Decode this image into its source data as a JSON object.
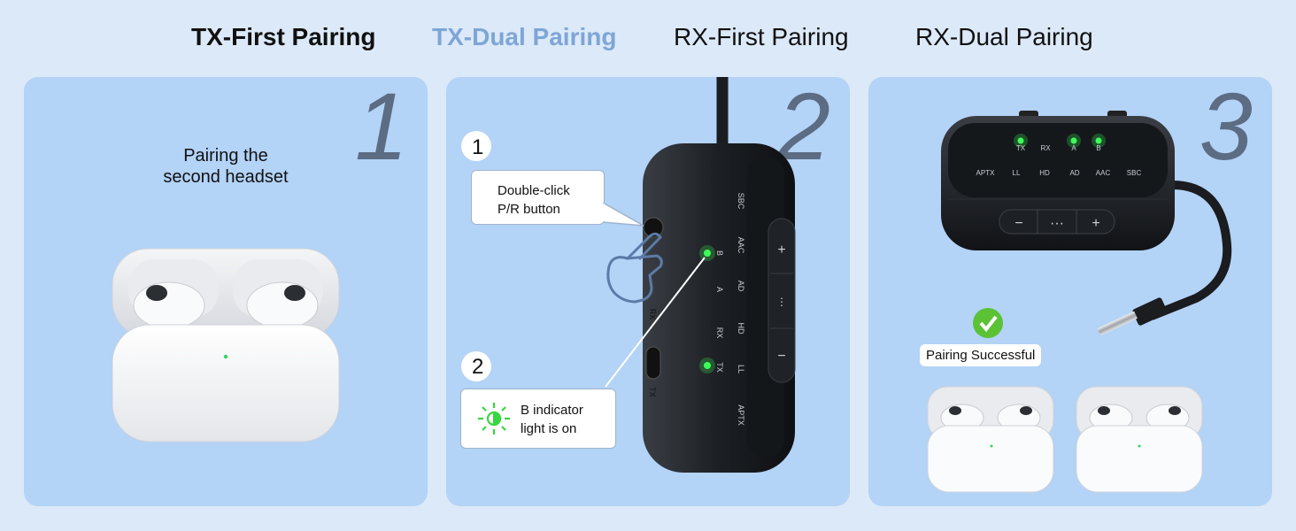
{
  "tabs": [
    {
      "label": "TX-First Pairing",
      "state": "active"
    },
    {
      "label": "TX-Dual Pairing",
      "state": "current"
    },
    {
      "label": "RX-First Pairing",
      "state": "normal"
    },
    {
      "label": "RX-Dual Pairing",
      "state": "normal"
    }
  ],
  "steps": [
    {
      "number": "1",
      "caption_line1": "Pairing the",
      "caption_line2": "second headset"
    },
    {
      "number": "2",
      "callout1_num": "1",
      "callout1_line1": "Double-click",
      "callout1_line2": "P/R button",
      "callout2_num": "2",
      "callout2_line1": "B indicator",
      "callout2_line2": "light is on"
    },
    {
      "number": "3",
      "success_label": "Pairing Successful"
    }
  ],
  "device_vertical": {
    "side_labels": [
      "RX",
      "TX"
    ],
    "col1": [
      "B",
      "A",
      "RX",
      "TX"
    ],
    "col2": [
      "SBC",
      "AAC",
      "AD",
      "HD",
      "LL",
      "APTX"
    ],
    "buttons": [
      "+",
      "⋯",
      "−"
    ]
  },
  "device_horizontal": {
    "row1": [
      "TX",
      "RX",
      "A",
      "B"
    ],
    "row2": [
      "APTX",
      "LL",
      "HD",
      "AD",
      "AAC",
      "SBC"
    ],
    "buttons": [
      "−",
      "···",
      "+"
    ]
  },
  "colors": {
    "page_bg": "#dce9f8",
    "panel_bg": "#b3d3f7",
    "active_tab": "#7ea6d6",
    "led_green": "#3cff5a",
    "step_number": "#5c6c83"
  },
  "icons": [
    "hand-pointer-icon",
    "light-on-icon",
    "check-circle-icon",
    "airpods-case-icon"
  ]
}
